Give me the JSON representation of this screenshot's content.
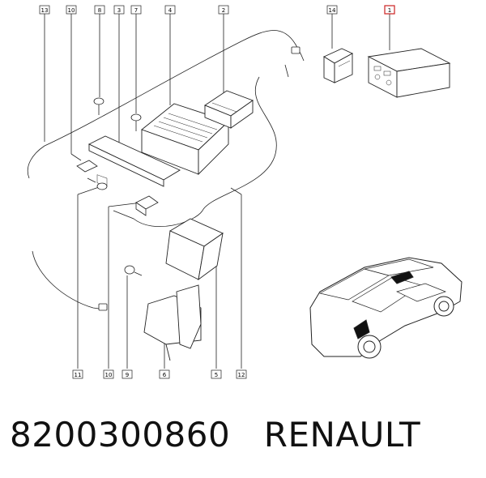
{
  "callouts_top": [
    "13",
    "10",
    "8",
    "3",
    "7",
    "4",
    "2",
    "14",
    "1"
  ],
  "callouts_bottom": [
    "11",
    "10",
    "9",
    "6",
    "5",
    "12"
  ],
  "highlight_color": "#cc2222",
  "footer": {
    "part_number": "8200300860",
    "brand": "RENAULT"
  }
}
